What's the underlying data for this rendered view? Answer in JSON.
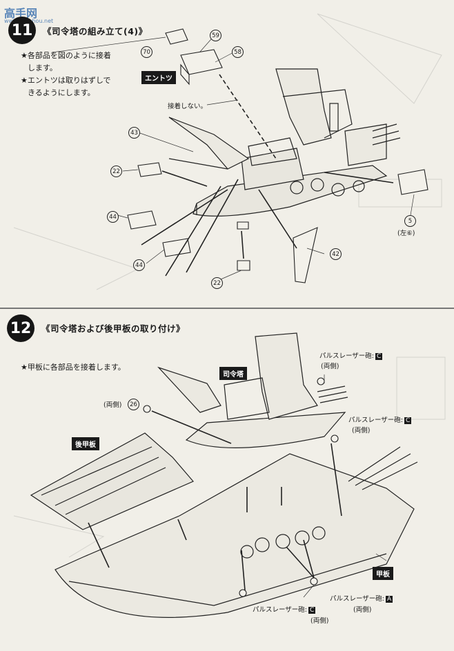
{
  "watermark": {
    "text": "高手网",
    "url": "www.gaoshou.net"
  },
  "step11": {
    "number": "11",
    "title": "《司令塔の組み立て(4)》",
    "notes": [
      "★各部品を図のように接着",
      "します。",
      "★エントツは取りはずしで",
      "きるようにします。"
    ],
    "label_entotsu": "エントツ",
    "label_no_glue": "接着しない。",
    "parts": [
      "70",
      "59",
      "58",
      "43",
      "22",
      "44",
      "44",
      "22",
      "42",
      "5"
    ],
    "left_label": "(左⑥)"
  },
  "step12": {
    "number": "12",
    "title": "《司令塔および後甲板の取り付け》",
    "note": "★甲板に各部品を接着します。",
    "label_bridge": "司令塔",
    "label_rear_deck": "後甲板",
    "label_deck": "甲板",
    "part_26": "26",
    "both_sides": "(両側)",
    "pulse_c1": "パルスレーザー砲:",
    "pulse_c1_box": "C",
    "pulse_c1_sub": "(両側)",
    "pulse_c2": "パルスレーザー砲:",
    "pulse_c2_box": "C",
    "pulse_c2_sub": "(両側)",
    "pulse_c3": "パルスレーザー砲:",
    "pulse_c3_box": "C",
    "pulse_c3_sub": "(両側)",
    "pulse_a": "パルスレーザー砲:",
    "pulse_a_box": "A",
    "pulse_a_sub": "(両側)"
  }
}
